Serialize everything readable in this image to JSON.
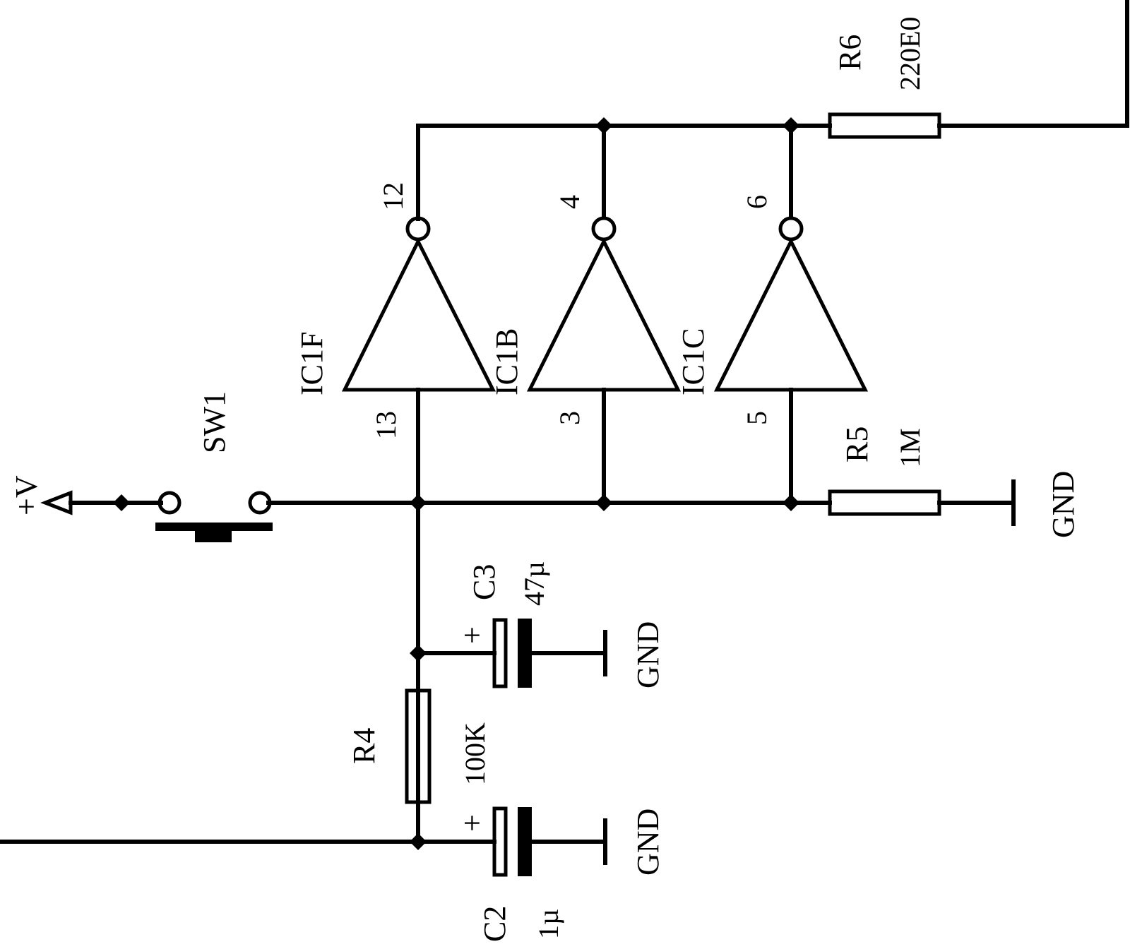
{
  "components": {
    "r6": {
      "ref": "R6",
      "value": "220E0"
    },
    "r5": {
      "ref": "R5",
      "value": "1M"
    },
    "r4": {
      "ref": "R4",
      "value": "100K"
    },
    "c3": {
      "ref": "C3",
      "value": "47µ",
      "polarity": "+"
    },
    "c2": {
      "ref": "C2",
      "value": "1µ",
      "polarity": "+"
    },
    "sw1": {
      "ref": "SW1"
    },
    "ic1f": {
      "ref": "IC1F",
      "pin_in": "13",
      "pin_out": "12"
    },
    "ic1b": {
      "ref": "IC1B",
      "pin_in": "3",
      "pin_out": "4"
    },
    "ic1c": {
      "ref": "IC1C",
      "pin_in": "5",
      "pin_out": "6"
    }
  },
  "nets": {
    "vplus": "+V",
    "gnd": "GND"
  }
}
